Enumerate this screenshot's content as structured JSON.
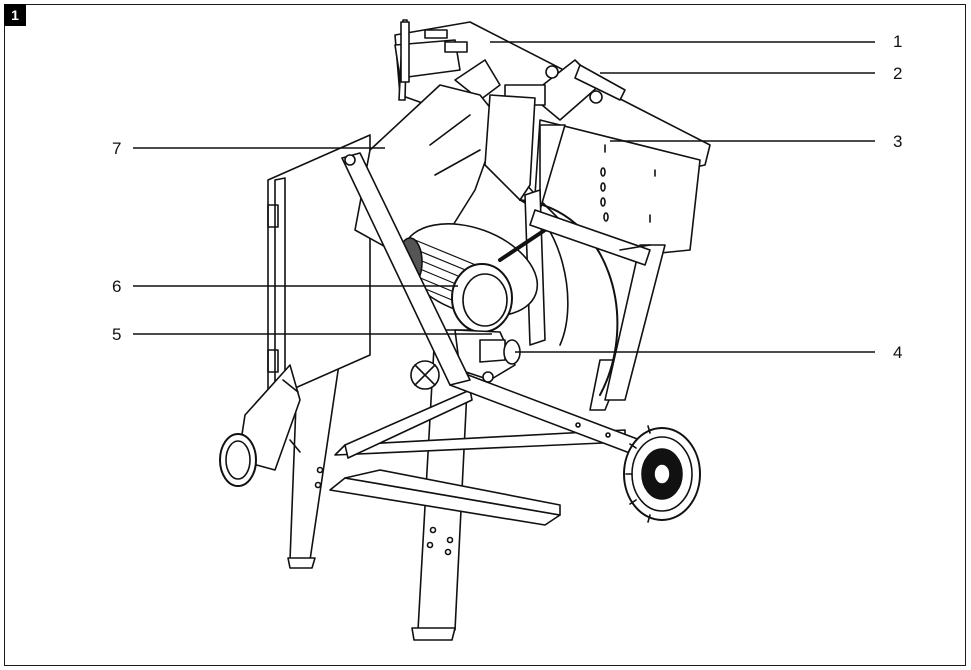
{
  "figure": {
    "number": "1"
  },
  "callouts": [
    {
      "label": "1"
    },
    {
      "label": "2"
    },
    {
      "label": "3"
    },
    {
      "label": "4"
    },
    {
      "label": "5"
    },
    {
      "label": "6"
    },
    {
      "label": "7"
    }
  ],
  "colors": {
    "line": "#111111",
    "background": "#ffffff",
    "shade": "#cfcfcf",
    "dark": "#555555"
  }
}
